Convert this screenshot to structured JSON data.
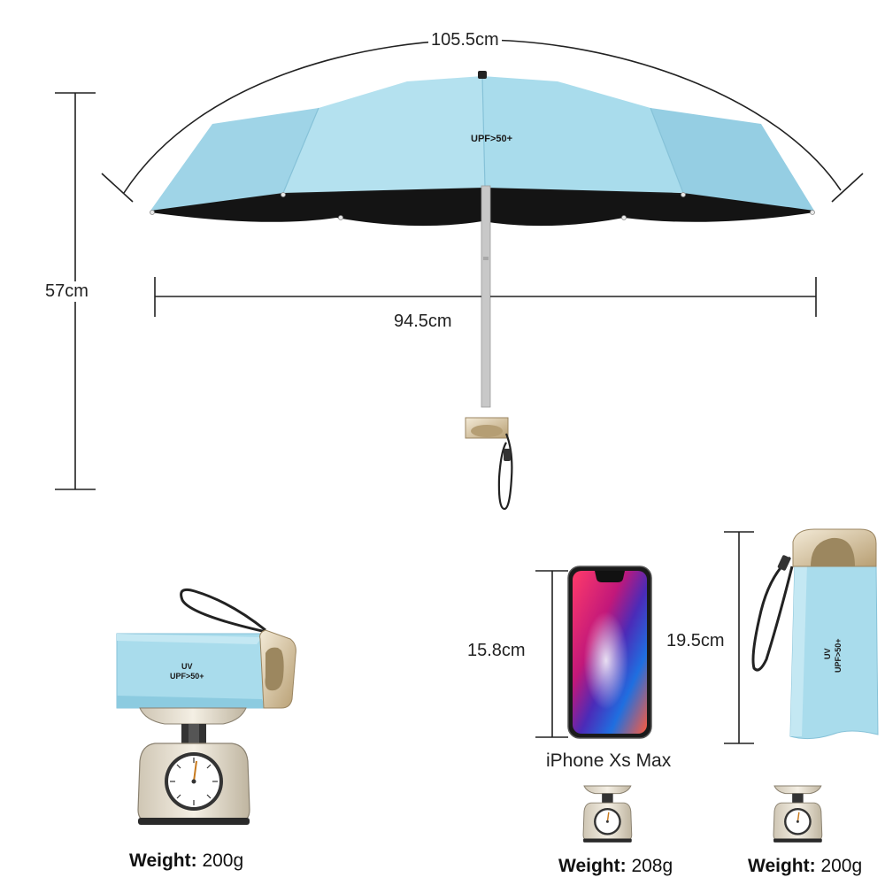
{
  "dimensions": {
    "arc_length": "105.5cm",
    "height": "57cm",
    "span": "94.5cm",
    "phone_height": "15.8cm",
    "folded_length": "19.5cm"
  },
  "canopy": {
    "print": "UPF>50+"
  },
  "folded_sleeve": {
    "line1": "UV",
    "line2": "UPF>50+"
  },
  "phone": {
    "model": "iPhone Xs Max"
  },
  "weights": [
    {
      "label": "Weight:",
      "value": " 200g"
    },
    {
      "label": "Weight:",
      "value": " 208g"
    },
    {
      "label": "Weight:",
      "value": " 200g"
    }
  ],
  "colors": {
    "canopy": "#a9dcec",
    "canopy_dark": "#8ccbe0",
    "underside": "#1b1b1b",
    "handle": "#cdb68e",
    "shaft": "#c8c8c8"
  },
  "icons": [
    "umbrella-open-icon",
    "folded-umbrella-icon",
    "kitchen-scale-icon",
    "smartphone-icon"
  ]
}
